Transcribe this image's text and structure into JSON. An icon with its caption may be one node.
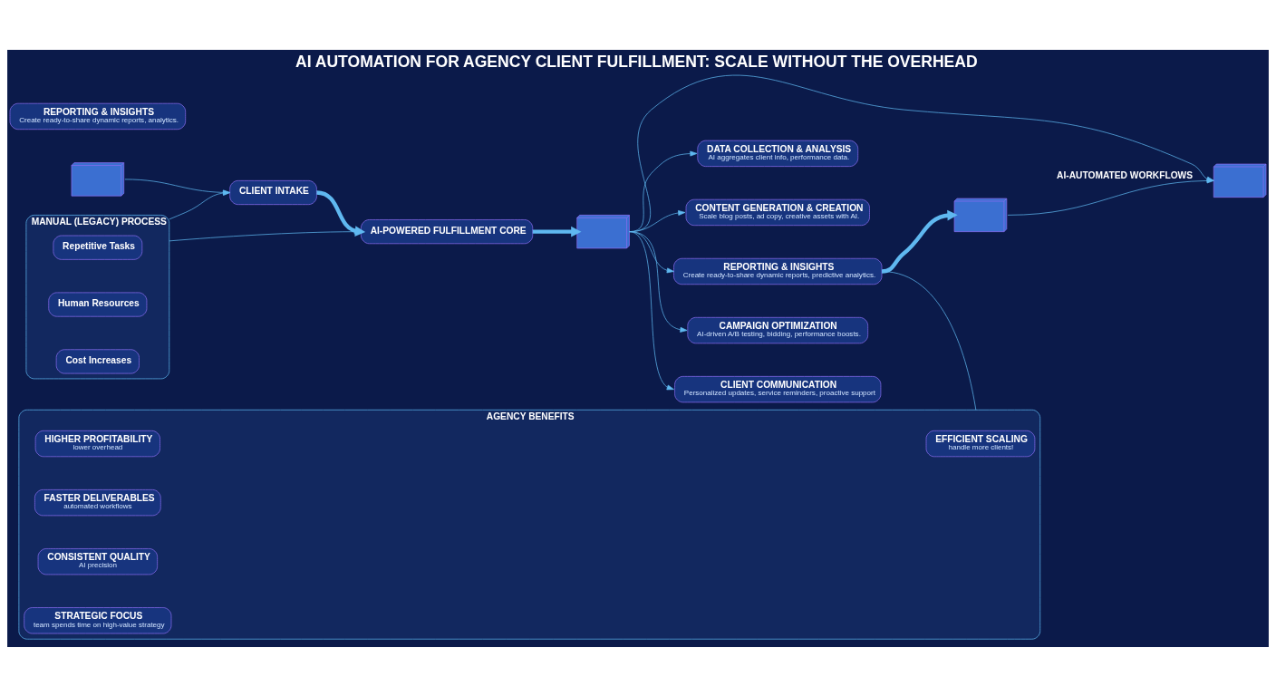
{
  "diagram": {
    "title": "AI AUTOMATION FOR AGENCY CLIENT FULFILLMENT: SCALE WITHOUT THE OVERHEAD",
    "nodes": [
      {
        "text": [
          "MANUAL (LEGACY) PROCESS"
        ]
      },
      {
        "text": [
          "Repetitive Tasks"
        ],
        "in": 0
      },
      {
        "text": [
          "Human Resources"
        ],
        "in": 0
      },
      {
        "text": [
          "Cost Increases"
        ],
        "in": 0
      },
      {
        "text": [
          "CLIENT INTAKE"
        ]
      },
      {
        "text": [],
        "shape": "picture"
      },
      {
        "text": [
          "AI-POWERED FULFILLMENT CORE"
        ]
      },
      {
        "text": [],
        "shape": "picture"
      },
      {
        "text": [
          "DATA COLLECTION & ANALYSIS",
          "AI aggregates client info, performance data."
        ]
      },
      {
        "text": [
          "CONTENT GENERATION & CREATION",
          "Scale blog posts, ad copy, creative assets with AI."
        ]
      },
      {
        "text": [
          "REPORTING & INSIGHTS",
          "Create ready-to-share dynamic reports, analytics."
        ]
      },
      {
        "text": [
          "REPORTING & INSIGHTS",
          "Create ready-to-share dynamic reports, predictive analytics."
        ]
      },
      {
        "text": [
          "CAMPAIGN OPTIMIZATION",
          "AI-driven A/B testing, bidding, performance boosts."
        ]
      },
      {
        "text": [
          "CLIENT COMMUNICATION",
          "Personalized updates, service reminders, proactive support"
        ]
      },
      {
        "text": [],
        "shape": "picture"
      },
      {
        "text": [],
        "shape": "picture"
      },
      {
        "text": [
          "AGENCY BENEFITS"
        ]
      },
      {
        "text": [
          "EFFICIENT SCALING",
          "handle more clients!"
        ],
        "in": 16
      },
      {
        "text": [
          "HIGHER PROFITABILITY",
          "lower overhead"
        ],
        "in": 16
      },
      {
        "text": [
          "FASTER DELIVERABLES",
          "automated workflows"
        ],
        "in": 16
      },
      {
        "text": [
          "CONSISTENT QUALITY",
          "AI precision"
        ],
        "in": 16
      },
      {
        "text": [
          "STRATEGIC FOCUS",
          "team spends time on high-value strategy"
        ],
        "in": 16
      }
    ],
    "edges": [
      {
        "from": 0,
        "to": 6,
        "arrow": "to"
      },
      {
        "from": 0,
        "to": 4,
        "arrow": "to"
      },
      {
        "from": 5,
        "to": 4,
        "arrow": "to"
      },
      {
        "from": 4,
        "to": 6,
        "arrow": "to",
        "style": "thick"
      },
      {
        "from": 6,
        "to": 7,
        "arrow": "to",
        "style": "thick"
      },
      {
        "from": 7,
        "to": 14,
        "arrow": "to"
      },
      {
        "from": 7,
        "to": 8,
        "arrow": "to"
      },
      {
        "from": 7,
        "to": 9,
        "arrow": "to"
      },
      {
        "from": 7,
        "to": 11,
        "arrow": "to"
      },
      {
        "from": 7,
        "to": 12,
        "arrow": "to"
      },
      {
        "from": 7,
        "to": 13,
        "arrow": "to"
      },
      {
        "from": 11,
        "to": 15,
        "arrow": "to",
        "style": "thick"
      },
      {
        "from": 15,
        "to": 14,
        "label": "AI-AUTOMATED WORKFLOWS",
        "arrow": "to"
      },
      {
        "from": 11,
        "to": 16,
        "arrow": "none"
      }
    ]
  }
}
